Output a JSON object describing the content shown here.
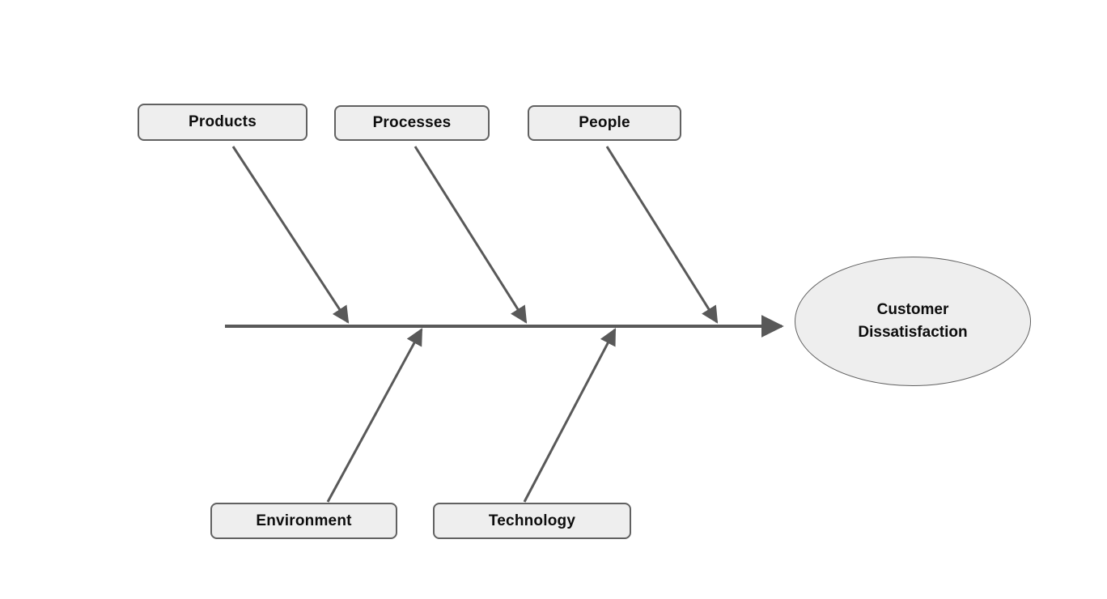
{
  "diagram": {
    "type": "fishbone-cause-effect",
    "effect": {
      "label": "Customer Dissatisfaction",
      "label_lines": [
        "Customer",
        "Dissatisfaction"
      ]
    },
    "causes": [
      {
        "id": "products",
        "label": "Products",
        "position": "top"
      },
      {
        "id": "processes",
        "label": "Processes",
        "position": "top"
      },
      {
        "id": "people",
        "label": "People",
        "position": "top"
      },
      {
        "id": "environment",
        "label": "Environment",
        "position": "bottom"
      },
      {
        "id": "technology",
        "label": "Technology",
        "position": "bottom"
      }
    ],
    "colors": {
      "node_fill": "#eeeeee",
      "node_border": "#616161",
      "line": "#595959",
      "text": "#0d0d0d",
      "background": "#ffffff"
    }
  }
}
